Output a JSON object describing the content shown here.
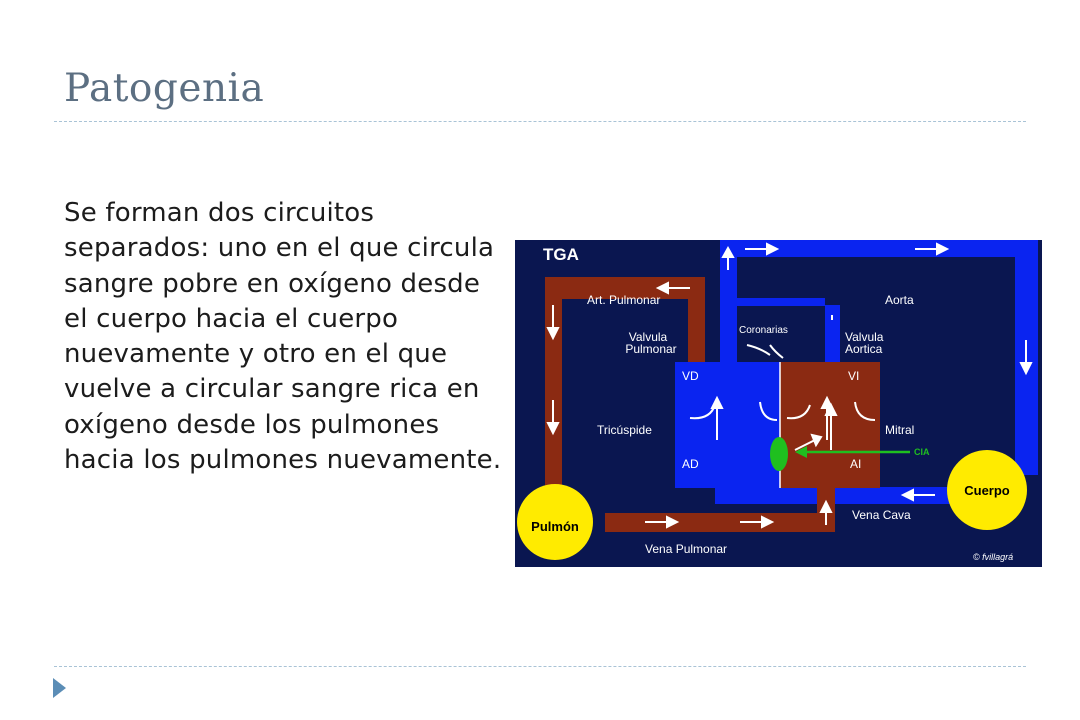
{
  "slide": {
    "title": "Patogenia",
    "body": "Se forman dos circuitos separados: uno en el que circula sangre pobre en oxígeno desde el cuerpo hacia el cuerpo nuevamente y otro en el que vuelve a circular sangre rica en oxígeno desde los pulmones hacia los pulmones nuevamente."
  },
  "diagram": {
    "title": "TGA",
    "labels": {
      "art_pulmonar": "Art. Pulmonar",
      "aorta": "Aorta",
      "coronarias": "Coronarias",
      "valvula_pulmonar_1": "Valvula",
      "valvula_pulmonar_2": "Pulmonar",
      "valvula_aortica_1": "Valvula",
      "valvula_aortica_2": "Aortica",
      "vd": "VD",
      "vi": "VI",
      "tricuspide": "Tricúspide",
      "mitral": "Mitral",
      "ad": "AD",
      "ai": "AI",
      "cia": "CIA",
      "pulmon": "Pulmón",
      "cuerpo": "Cuerpo",
      "vena_cava": "Vena Cava",
      "vena_pulmonar": "Vena Pulmonar",
      "credit": "© fvillagrá"
    },
    "colors": {
      "background": "#0a1650",
      "venous": "#0a24f0",
      "arterial": "#8b2a12",
      "organ": "#ffeb00",
      "cia": "#1fbf1f",
      "label": "#ffffff"
    }
  }
}
